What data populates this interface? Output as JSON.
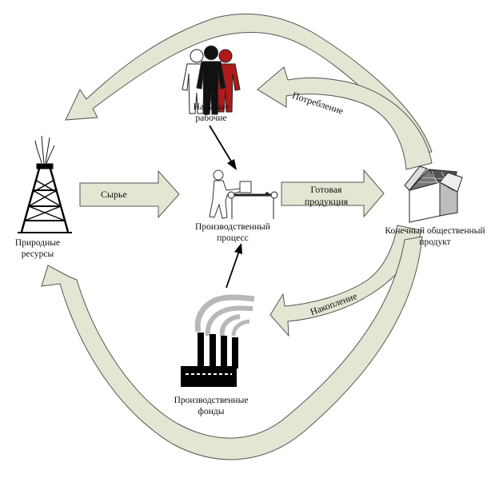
{
  "nodes": {
    "natural_resources": "Природные ресурсы",
    "hired_workers": "Наемные рабочие",
    "production_process": "Производственный процесс",
    "final_product": "Конечный общественный продукт",
    "production_funds": "Производственные фонды"
  },
  "arrows": {
    "raw_materials": "Сырье",
    "finished_goods": "Готовая продукция",
    "consumption": "Потребление",
    "accumulation": "Накопление"
  },
  "colors": {
    "arrow_fill": "#e2e6d2",
    "arrow_stroke": "#555555",
    "worker_red": "#b11a1a",
    "worker_black": "#111111",
    "worker_white": "#ffffff",
    "smoke": "#b8b8b8"
  }
}
